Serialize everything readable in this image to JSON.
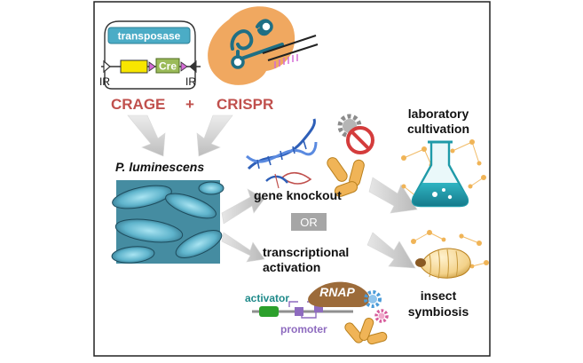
{
  "construct": {
    "transposase_label": "transposase",
    "cre_label": "Cre",
    "ir_left": "IR",
    "ir_right": "IR"
  },
  "crage_label": "CRAGE",
  "plus_sign": "+",
  "crispr_label": "CRISPR",
  "organism_label": "P. luminescens",
  "knockout_label": "gene knockout",
  "or_label": "OR",
  "activation_line1": "transcriptional",
  "activation_line2": "activation",
  "activator_label": "activator",
  "promoter_label": "promoter",
  "rnap_label": "RNAP",
  "lab_line1": "laboratory",
  "lab_line2": "cultivation",
  "insect_line1": "insect",
  "insect_line2": "symbiosis",
  "colors": {
    "label_red": "#c0504d",
    "transposase_blue": "#4bacc6",
    "cre_green": "#9bbb59",
    "dna_blue": "#2e5fb8",
    "cas9_orange": "#f0a860",
    "rnap_brown": "#9c6b3a",
    "activator_green": "#2ca02c",
    "promoter_purple": "#8e6bbf",
    "flask_teal": "#1f9aa8"
  }
}
